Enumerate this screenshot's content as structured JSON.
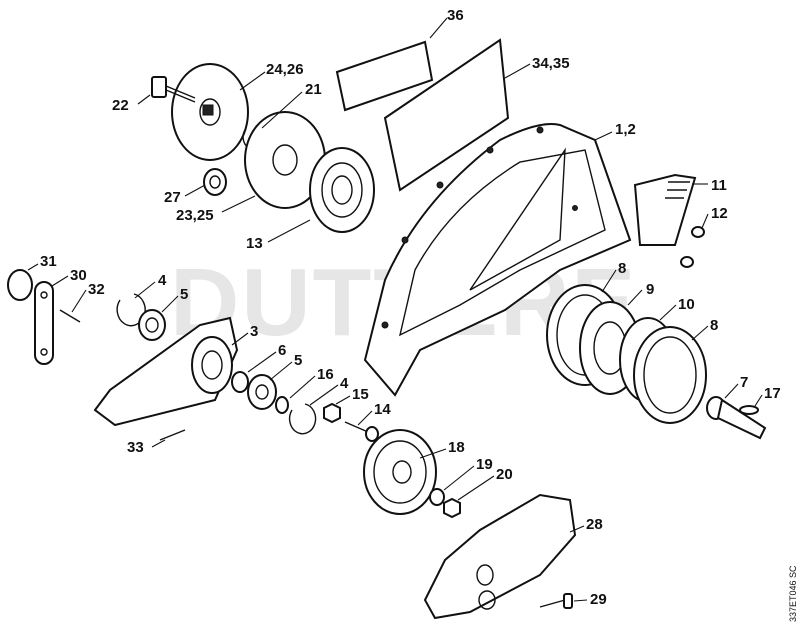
{
  "watermark": "DUTTERE",
  "drawing_code": "337ET046 SC",
  "labels": {
    "p36": "36",
    "p24_26": "24,26",
    "p34_35": "34,35",
    "p22": "22",
    "p21": "21",
    "p1_2": "1,2",
    "p27": "27",
    "p11": "11",
    "p23_25": "23,25",
    "p12": "12",
    "p13": "13",
    "p31": "31",
    "p30": "30",
    "p32": "32",
    "p4a": "4",
    "p5a": "5",
    "p8a": "8",
    "p9": "9",
    "p10": "10",
    "p8b": "8",
    "p3": "3",
    "p6": "6",
    "p5b": "5",
    "p16": "16",
    "p4b": "4",
    "p15": "15",
    "p7": "7",
    "p17": "17",
    "p14": "14",
    "p33": "33",
    "p18": "18",
    "p19": "19",
    "p20": "20",
    "p28": "28",
    "p29": "29"
  }
}
